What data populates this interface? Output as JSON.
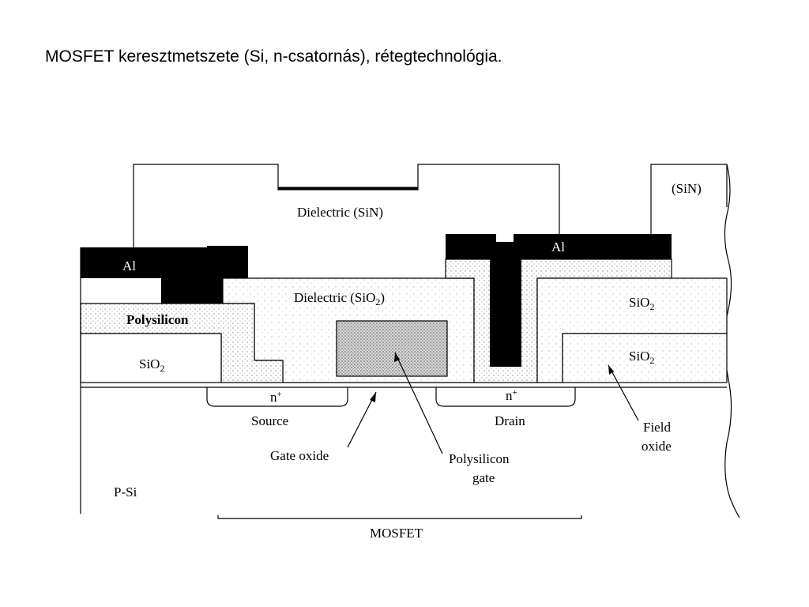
{
  "title": "MOSFET keresztmetszete (Si, n-csatornás), rétegtechnológia.",
  "diagram": {
    "labels": {
      "sin_top": "(SiN)",
      "dielectric_sin": "Dielectric (SiN)",
      "al_left": "Al",
      "al_right": "Al",
      "dielectric_sio2_a": "Dielectric (SiO",
      "dielectric_sio2_sub": "2",
      "dielectric_sio2_b": ")",
      "polysilicon": "Polysilicon",
      "sio2_left": "SiO",
      "sio2_left_sub": "2",
      "sio2_right_top": "SiO",
      "sio2_right_top_sub": "2",
      "sio2_right_bottom": "SiO",
      "sio2_right_bottom_sub": "2",
      "n_source": "n",
      "n_source_sup": "+",
      "n_drain": "n",
      "n_drain_sup": "+",
      "source": "Source",
      "drain": "Drain",
      "gate_oxide": "Gate oxide",
      "polysilicon_gate_1": "Polysilicon",
      "polysilicon_gate_2": "gate",
      "field_oxide_1": "Field",
      "field_oxide_2": "oxide",
      "p_si": "P-Si",
      "mosfet": "MOSFET"
    },
    "colors": {
      "metal": "#000000",
      "dots": "#9a9a9a",
      "line": "#000000"
    }
  }
}
